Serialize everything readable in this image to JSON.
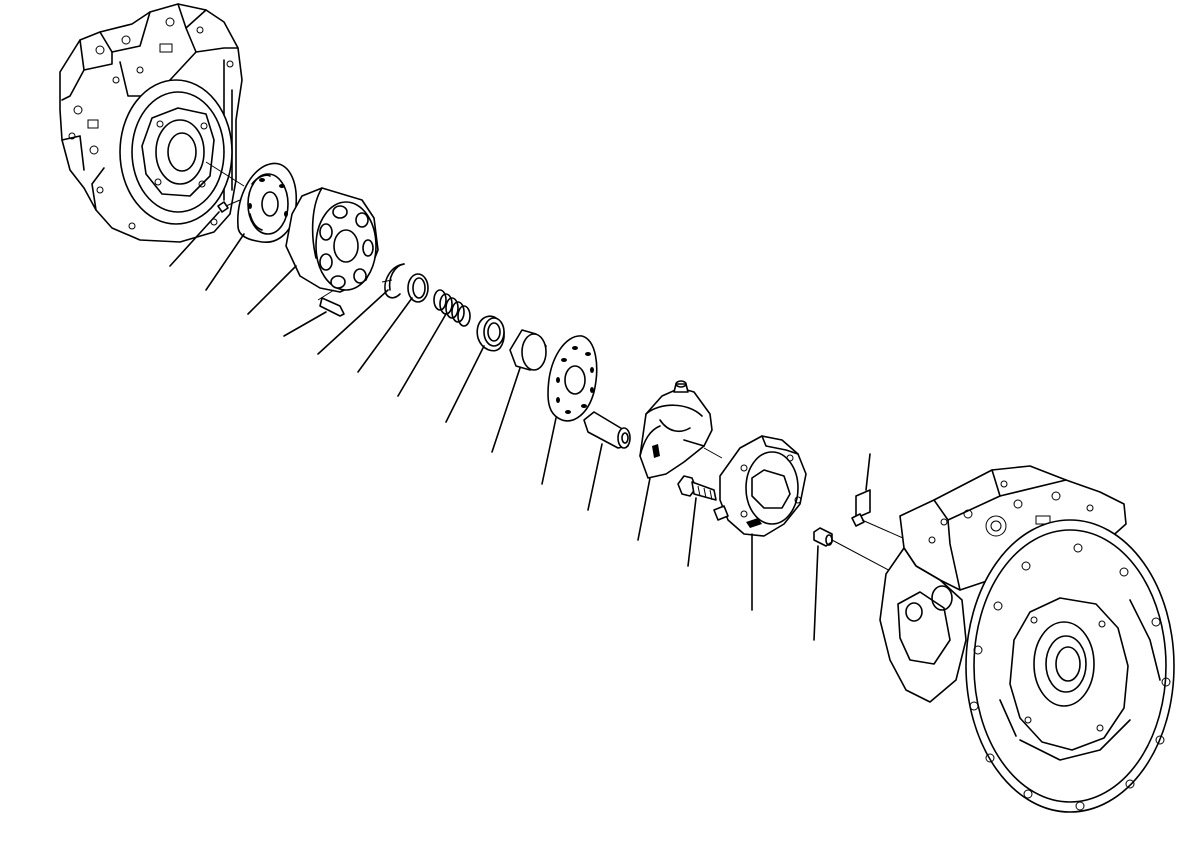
{
  "diagram": {
    "title": "",
    "parts": [
      {
        "id": "pin-small"
      },
      {
        "id": "valve-plate"
      },
      {
        "id": "cylinder-block"
      },
      {
        "id": "cylinder-pin"
      },
      {
        "id": "snap-ring"
      },
      {
        "id": "washer"
      },
      {
        "id": "spring"
      },
      {
        "id": "spherical-bushing"
      },
      {
        "id": "guide-ball"
      },
      {
        "id": "retainer-plate"
      },
      {
        "id": "piston"
      },
      {
        "id": "swash-plate"
      },
      {
        "id": "bolt"
      },
      {
        "id": "cradle"
      },
      {
        "id": "dowel-pin"
      },
      {
        "id": "plug-bracket"
      }
    ]
  }
}
